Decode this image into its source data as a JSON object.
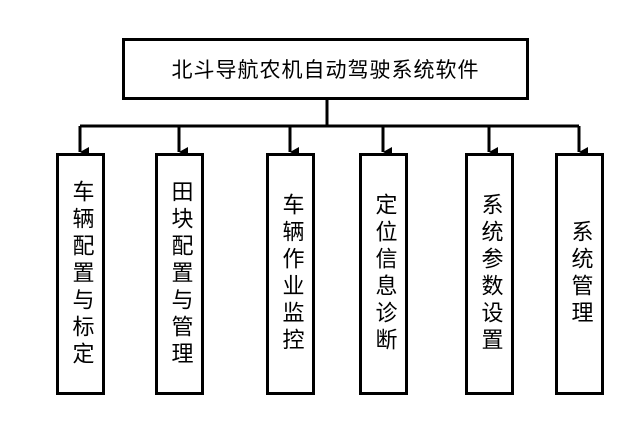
{
  "diagram": {
    "root": {
      "label": "北斗导航农机自动驾驶系统软件"
    },
    "children": [
      {
        "label": "车辆配置与标定"
      },
      {
        "label": "田块配置与管理"
      },
      {
        "label": "车辆作业监控"
      },
      {
        "label": "定位信息诊断"
      },
      {
        "label": "系统参数设置"
      },
      {
        "label": "系统管理"
      }
    ],
    "colors": {
      "line": "#000000",
      "box_fill": "#ffffff",
      "text": "#000000"
    }
  }
}
